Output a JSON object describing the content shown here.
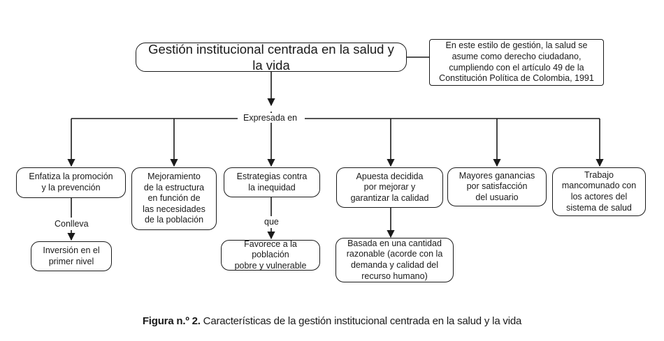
{
  "nodes": {
    "main": "Gestión institucional centrada en la salud y la vida",
    "note": "En este estilo de gestión, la salud se\nasume como derecho ciudadano,\ncumpliendo con el artículo 49 de la\nConstitución Política de Colombia, 1991",
    "promocion": "Enfatiza la promoción\ny la prevención",
    "mejoramiento": "Mejoramiento\nde la estructura\nen función de\nlas necesidades\nde la población",
    "estrategias": "Estrategias contra\nla inequidad",
    "calidad": "Apuesta decidida\npor mejorar y\ngarantizar la calidad",
    "ganancias": "Mayores ganancias\npor satisfacción\ndel usuario",
    "trabajo": "Trabajo\nmancomunado con\nlos actores del\nsistema de salud",
    "inversion": "Inversión en el\nprimer nivel",
    "favorece": "Favorece a la población\npobre y vulnerable",
    "basada": "Basada en una cantidad\nrazonable (acorde con la\ndemanda y calidad del\nrecurso humano)"
  },
  "labels": {
    "expresada": "Expresada en",
    "conlleva": "Conlleva",
    "que": "que"
  },
  "caption": {
    "prefix": "Figura n.º 2.",
    "text": " Características de la gestión institucional centrada en la salud y la vida"
  }
}
